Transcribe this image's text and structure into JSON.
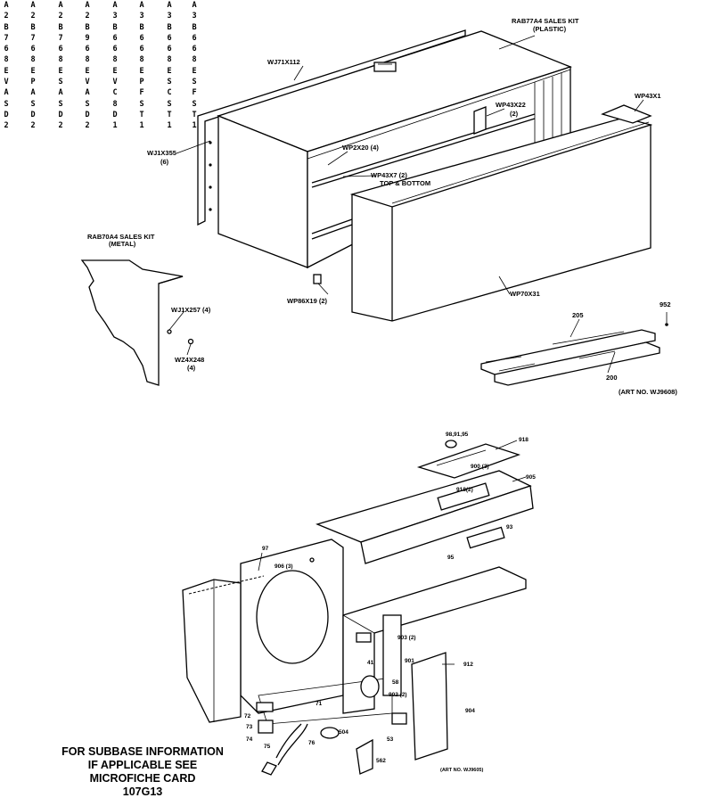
{
  "model_columns": [
    [
      "A",
      "2",
      "B",
      "7",
      "6",
      "8",
      "E",
      "V",
      "A",
      "S",
      "D",
      "2"
    ],
    [
      "A",
      "2",
      "B",
      "7",
      "6",
      "8",
      "E",
      "P",
      "A",
      "S",
      "D",
      "2"
    ],
    [
      "A",
      "2",
      "B",
      "7",
      "6",
      "8",
      "E",
      "S",
      "A",
      "S",
      "D",
      "2"
    ],
    [
      "A",
      "2",
      "B",
      "9",
      "6",
      "8",
      "E",
      "V",
      "A",
      "S",
      "D",
      "2"
    ],
    [
      "A",
      "3",
      "B",
      "6",
      "6",
      "8",
      "E",
      "V",
      "C",
      "8",
      "D",
      "1"
    ],
    [
      "A",
      "3",
      "B",
      "6",
      "6",
      "8",
      "E",
      "P",
      "F",
      "S",
      "T",
      "1"
    ],
    [
      "A",
      "3",
      "B",
      "6",
      "6",
      "8",
      "E",
      "S",
      "C",
      "S",
      "T",
      "1"
    ],
    [
      "A",
      "3",
      "B",
      "6",
      "6",
      "8",
      "E",
      "S",
      "F",
      "S",
      "T",
      "1"
    ]
  ],
  "labels": {
    "sales_kit_plastic": "RAB77A4 SALES KIT",
    "sales_kit_plastic_sub": "(PLASTIC)",
    "wj71x112": "WJ71X112",
    "wp43x1": "WP43X1",
    "wp43x22": "WP43X22",
    "wp43x22_qty": "(2)",
    "wj1x355": "WJ1X355",
    "wj1x355_qty": "(6)",
    "wp2x20": "WP2X20 (4)",
    "wp43x7": "WP43X7 (2)",
    "wp43x7_sub": "TOP & BOTTOM",
    "sales_kit_metal": "RAB70A4 SALES KIT",
    "sales_kit_metal_sub": "(METAL)",
    "wj1x257": "WJ1X257 (4)",
    "w24x248": "WZ4X248",
    "w24x248_qty": "(4)",
    "wp86x19": "WP86X19 (2)",
    "wp70x31": "WP70X31",
    "ref_952": "952",
    "ref_205": "205",
    "ref_200": "200",
    "art_no": "(ART NO. WJ9608)",
    "ref_s1": "98,91,95",
    "ref_s2": "918",
    "ref_s3": "900 (3)",
    "ref_s4": "905",
    "ref_s5": "918(2)",
    "ref_s6": "93",
    "ref_s7": "95",
    "ref_s8": "97",
    "ref_s9": "906 (3)",
    "ref_s10": "903 (2)",
    "ref_s11": "901",
    "ref_s12": "912",
    "ref_s13": "904",
    "ref_s14": "902 (2)",
    "ref_s15": "53",
    "ref_s16": "41",
    "ref_s17": "58",
    "ref_s18": "71",
    "ref_s19": "72",
    "ref_s20": "73",
    "ref_s21": "74",
    "ref_s22": "75",
    "ref_s23": "76",
    "ref_s24": "504",
    "ref_s25": "562",
    "art_no_bottom": "(ART NO. WJ9605)"
  },
  "note": {
    "line1": "FOR SUBBASE INFORMATION",
    "line2": "IF APPLICABLE SEE",
    "line3": "MICROFICHE CARD",
    "line4": "107G13"
  }
}
